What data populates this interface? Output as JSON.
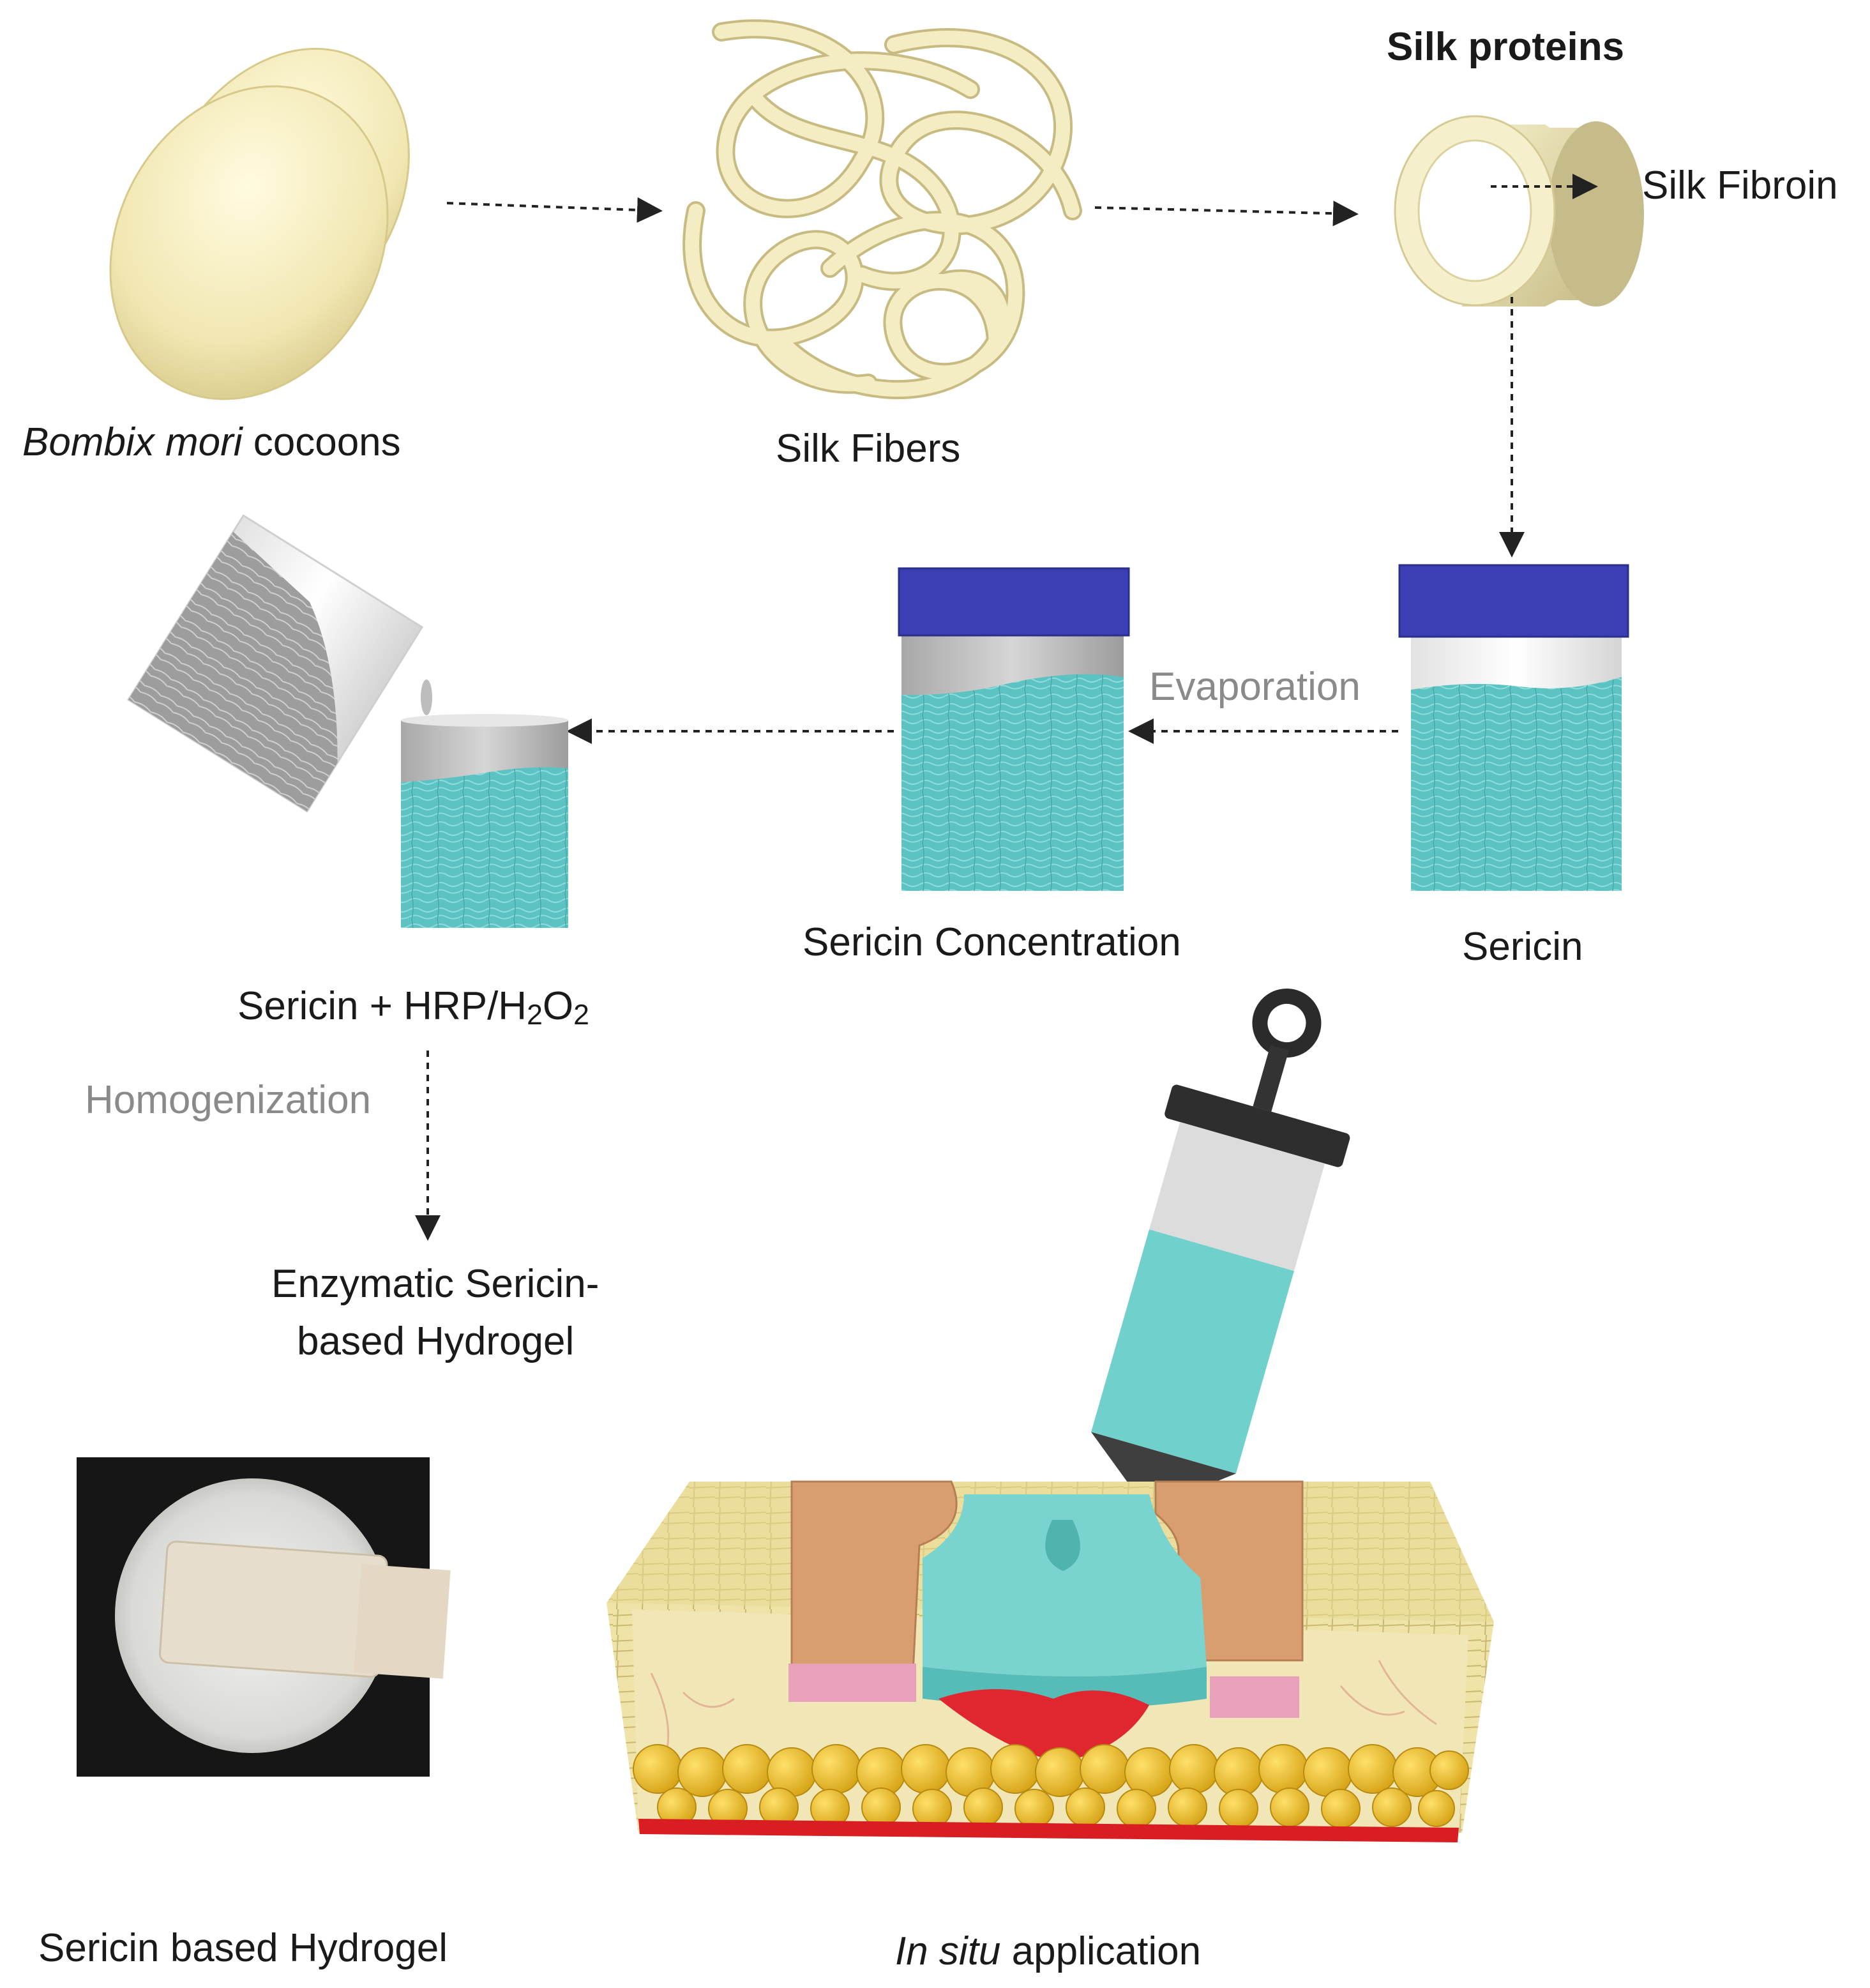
{
  "labels": {
    "silk_proteins": "Silk proteins",
    "silk_fibroin": "Silk Fibroin",
    "cocoons_italic": "Bombix mori",
    "cocoons_rest": " cocoons",
    "silk_fibers": "Silk Fibers",
    "evaporation": "Evaporation",
    "sericin_concentration": "Sericin Concentration",
    "sericin": "Sericin",
    "mixture_prefix": "Sericin + HRP/H",
    "mixture_sub1": "2",
    "mixture_o": "O",
    "mixture_sub2": "2",
    "homogenization": "Homogenization",
    "hydrogel_line1": "Enzymatic Sericin-",
    "hydrogel_line2": "based Hydrogel",
    "photo_caption": "Sericin based Hydrogel",
    "insitu_italic": "In situ",
    "insitu_rest": " application"
  },
  "colors": {
    "silk": "#f3ecbd",
    "silk_stroke": "#c9bd86",
    "lid": "#3a3fb0",
    "sericin_fill": "#5ec4c4",
    "arrow": "#222222"
  },
  "icons": [
    "cocoon-icon",
    "silk-fibers-icon",
    "fibroin-tube-icon",
    "sericin-jar-icon",
    "concentrated-jar-icon",
    "pouring-beaker-icon",
    "mixture-jar-icon",
    "hydrogel-photo",
    "syringe-icon",
    "skin-wound-icon"
  ]
}
